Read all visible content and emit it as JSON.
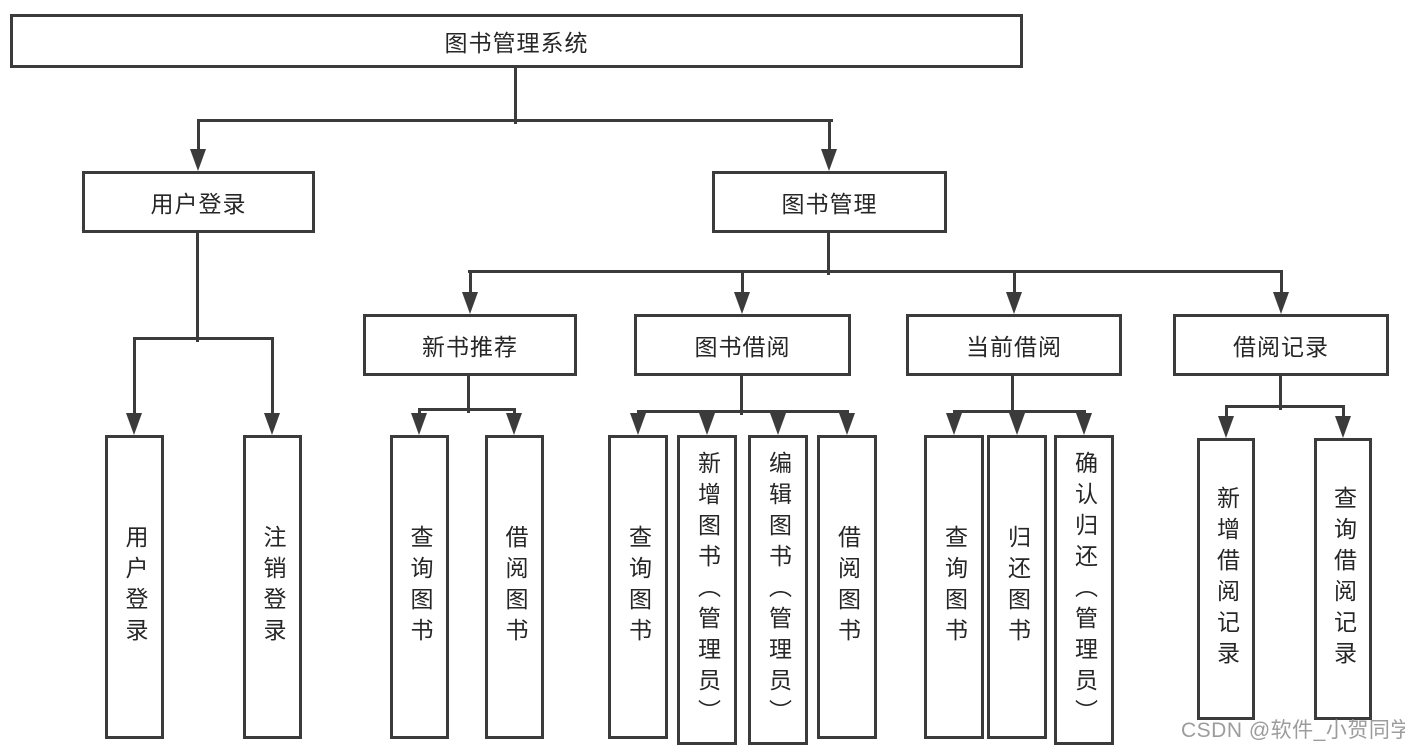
{
  "title": "图书管理系统",
  "tree": {
    "root": "图书管理系统",
    "branches": [
      {
        "label": "用户登录",
        "children": [
          "用户登录",
          "注销登录"
        ]
      },
      {
        "label": "图书管理",
        "children": [
          {
            "label": "新书推荐",
            "children": [
              "查询图书",
              "借阅图书"
            ]
          },
          {
            "label": "图书借阅",
            "children": [
              "查询图书",
              "新增图书（管理员）",
              "编辑图书（管理员）",
              "借阅图书"
            ]
          },
          {
            "label": "当前借阅",
            "children": [
              "查询图书",
              "归还图书",
              "确认归还（管理员）"
            ]
          },
          {
            "label": "借阅记录",
            "children": [
              "新增借阅记录",
              "查询借阅记录"
            ]
          }
        ]
      }
    ]
  },
  "watermark": "CSDN @软件_小贺同学",
  "colors": {
    "line": "#3b3b3b",
    "text": "#262626",
    "watermark": "#9c9c9c",
    "background": "#ffffff"
  }
}
